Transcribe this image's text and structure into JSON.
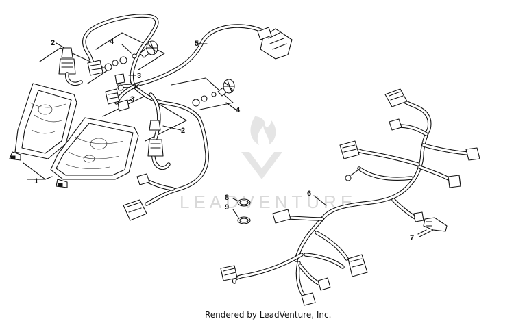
{
  "diagram": {
    "callouts": [
      {
        "id": "c1",
        "text": "1"
      },
      {
        "id": "c2a",
        "text": "2"
      },
      {
        "id": "c2b",
        "text": "2"
      },
      {
        "id": "c3a",
        "text": "3"
      },
      {
        "id": "c3b",
        "text": "3"
      },
      {
        "id": "c4a",
        "text": "4"
      },
      {
        "id": "c4b",
        "text": "4"
      },
      {
        "id": "c5",
        "text": "5"
      },
      {
        "id": "c6",
        "text": "6"
      },
      {
        "id": "c7",
        "text": "7"
      },
      {
        "id": "c8",
        "text": "8"
      },
      {
        "id": "c9",
        "text": "9"
      }
    ],
    "watermark": "LEADVENTURE",
    "footer": "Rendered by LeadVenture, Inc."
  }
}
